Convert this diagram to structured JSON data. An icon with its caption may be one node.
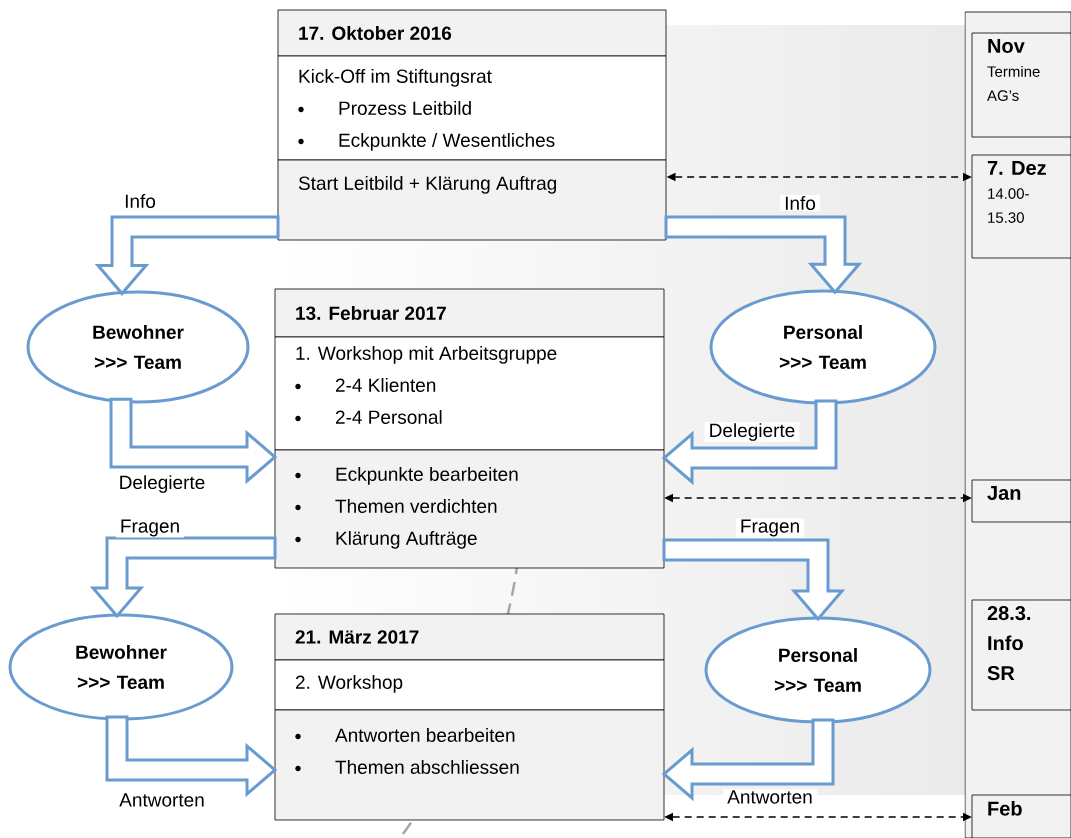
{
  "diagram": {
    "nodes": [
      {
        "text": [
          "17. Oktober 2016"
        ]
      },
      {
        "text": [
          "Kick-Off im Stiftungsrat",
          "Prozess Leitbild",
          "Eckpunkte / Wesentliches"
        ]
      },
      {
        "text": [
          "Start Leitbild + Klärung Auftrag"
        ]
      },
      {
        "text": [
          "Bewohner >>> Team"
        ]
      },
      {
        "text": [
          "Personal >>> Team"
        ]
      },
      {
        "text": [
          "13. Februar 2017"
        ]
      },
      {
        "text": [
          "1. Workshop mit Arbeitsgruppe",
          "2-4 Klienten",
          "2-4 Personal"
        ]
      },
      {
        "text": [
          "Eckpunkte bearbeiten",
          "Themen verdichten",
          "Klärung Aufträge"
        ]
      },
      {
        "text": [
          "Bewohner >>> Team"
        ]
      },
      {
        "text": [
          "Personal >>> Team"
        ]
      },
      {
        "text": [
          "21. März 2017"
        ]
      },
      {
        "text": [
          "2. Workshop"
        ]
      },
      {
        "text": [
          "Antworten bearbeiten",
          "Themen abschliessen"
        ]
      },
      {
        "text": [],
        "shape": "box"
      },
      {
        "text": [
          "Nov",
          "Termine AG’s"
        ],
        "in": 13
      },
      {
        "text": [
          "7. Dez",
          "14.00- 15.30"
        ],
        "in": 13
      },
      {
        "text": [
          "Jan"
        ],
        "in": 13
      },
      {
        "text": [
          "28.3. Info SR"
        ],
        "in": 13
      },
      {
        "text": [
          "Feb"
        ],
        "in": 13
      }
    ],
    "edges": [
      {
        "from": 2,
        "to": 3,
        "arrow": "to",
        "label": "Info"
      },
      {
        "from": 2,
        "to": 4,
        "arrow": "to",
        "label": "Info"
      },
      {
        "from": 3,
        "to": 7,
        "arrow": "to",
        "label": "Delegierte"
      },
      {
        "from": 4,
        "to": 7,
        "arrow": "to",
        "label": "Delegierte"
      },
      {
        "from": 7,
        "to": 8,
        "arrow": "to",
        "label": "Fragen"
      },
      {
        "from": 7,
        "to": 9,
        "arrow": "to",
        "label": "Fragen"
      },
      {
        "from": 8,
        "to": 12,
        "arrow": "to",
        "label": "Antworten"
      },
      {
        "from": 9,
        "to": 12,
        "arrow": "to",
        "label": "Antworten"
      },
      {
        "from": 2,
        "to": 15,
        "arrow": "both",
        "style": "dashed",
        "color": "#000000"
      },
      {
        "from": 7,
        "to": 16,
        "arrow": "both",
        "style": "dashed",
        "color": "#000000"
      },
      {
        "from": 12,
        "to": 18,
        "arrow": "both",
        "style": "dashed",
        "color": "#000000"
      }
    ]
  }
}
